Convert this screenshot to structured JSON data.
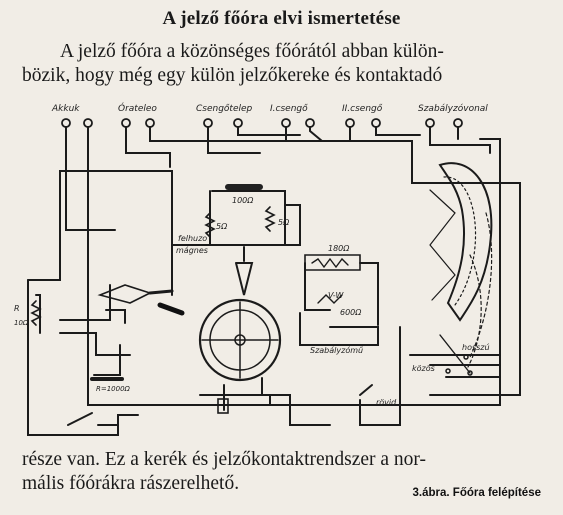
{
  "title": "A jelző főóra elvi ismertetése",
  "intro_lines": [
    "A jelző főóra a közönséges főórától abban külön-",
    "bözik, hogy még egy külön jelzőkereke és kontaktadó"
  ],
  "outro_lines": [
    "része van. Ez a kerék és jelzőkontaktrendszer a nor-",
    "mális főórákra rászerelhető."
  ],
  "caption": "3.ábra. Főóra felépítése",
  "diagram": {
    "terminal_labels": [
      "Akkuk",
      "Órateleo",
      "Csengőtelep",
      "I.csengő",
      "II.csengő",
      "Szabályzóvonal"
    ],
    "labels": {
      "fellhuzo": "felhuzo",
      "magnes": "mágnes",
      "r100": "100Ω",
      "r5a": "5Ω",
      "r5b": "5Ω",
      "r180": "180Ω",
      "r600": "600Ω",
      "r_left": "R",
      "r_left2": "10Ω",
      "r1000": "R=1000Ω",
      "szabalyzomu": "Szabályzómű",
      "hosszu": "hosszú",
      "kozos": "közös",
      "rovid": "rövid",
      "vw": "V-W"
    }
  }
}
